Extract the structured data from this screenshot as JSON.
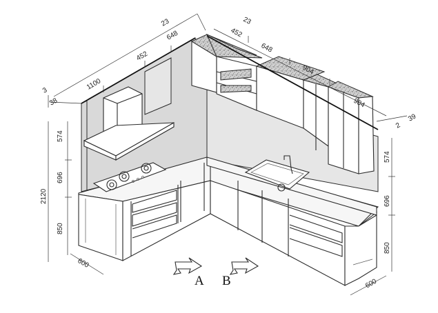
{
  "dimensions": {
    "top_left": [
      "3",
      "38",
      "1100",
      "452",
      "648",
      "23"
    ],
    "top_right": [
      "23",
      "452",
      "648",
      "904",
      "904",
      "2",
      "39"
    ],
    "left_height": [
      "574",
      "696",
      "850",
      "2120"
    ],
    "right_height": [
      "574",
      "696",
      "850"
    ],
    "depth": [
      "600",
      "600"
    ]
  },
  "views": {
    "a": "A",
    "b": "B"
  }
}
